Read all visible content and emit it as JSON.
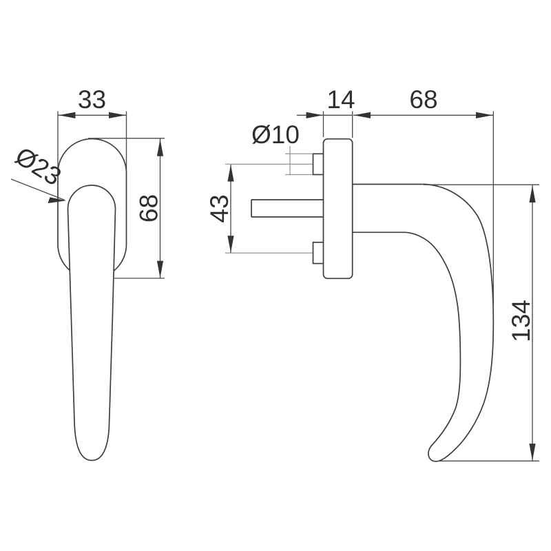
{
  "drawing": {
    "type": "technical-drawing",
    "subject": "window handle - two view dimensional drawing",
    "front_view": {
      "labels": {
        "rose_width": "33",
        "grip_diameter": "Ø23",
        "rose_height": "68"
      }
    },
    "side_view": {
      "labels": {
        "rose_depth": "14",
        "reach": "68",
        "boss_diameter": "Ø10",
        "screw_spacing": "43",
        "overall_height": "134"
      }
    },
    "colors": {
      "line": "#3d3d3f",
      "dimension_line": "#4a4a4c",
      "auxiliary_line": "#97979a",
      "text": "#2e2e30",
      "background": "#ffffff"
    }
  }
}
